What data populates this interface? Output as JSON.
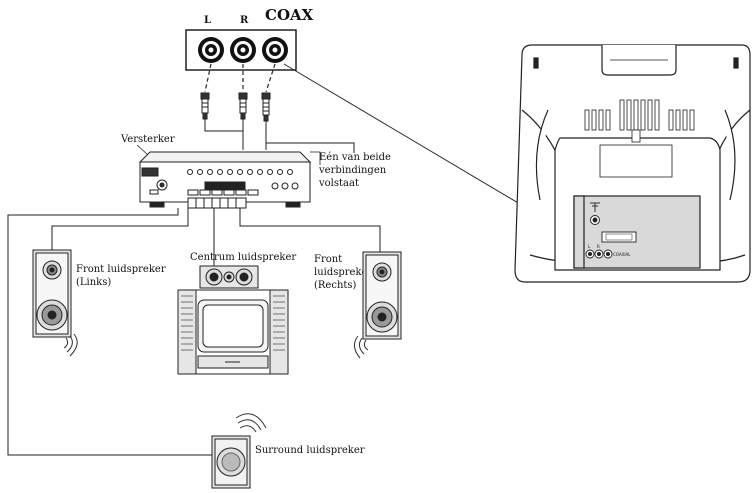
{
  "jack_panel": {
    "label_l": "L",
    "label_r": "R",
    "label_coax": "COAX"
  },
  "amplifier": {
    "label": "Versterker"
  },
  "note": {
    "line1": "Eén van beide",
    "line2": "verbindingen",
    "line3": "volstaat"
  },
  "speakers": {
    "front_left": {
      "line1": "Front luidspreker",
      "line2": "(Links)"
    },
    "center": {
      "line1": "Centrum luidspreker"
    },
    "front_right": {
      "line1": "Front",
      "line2": "luidspreker",
      "line3": "(Rechts)"
    },
    "surround": {
      "line1": "Surround luidspreker"
    }
  },
  "tv_rear": {
    "port_l": "L",
    "port_r": "R",
    "port_coaxial": "COAXIAL"
  },
  "colors": {
    "line": "#222222",
    "panel_fill": "#ffffff",
    "tv_panel": "#d9d9d9",
    "speaker_fill": "#e6e6e6"
  }
}
